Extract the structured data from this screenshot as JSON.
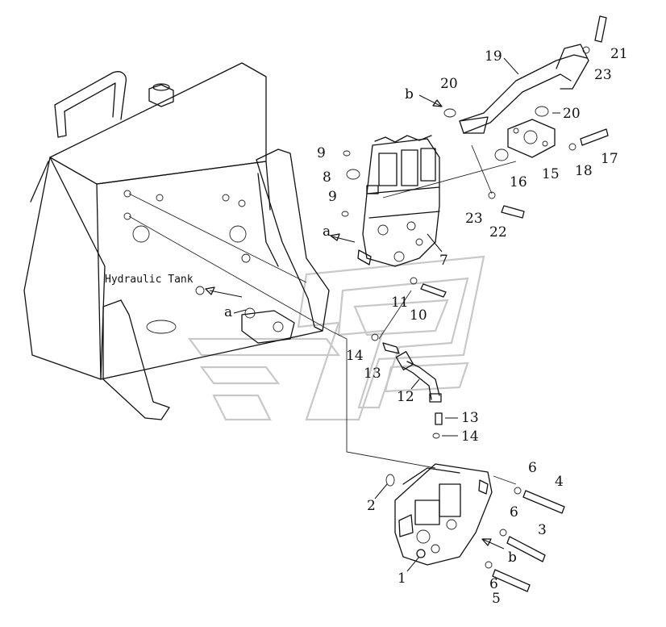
{
  "labels": {
    "tank": "Hydraulic Tank",
    "view_a_top": "a",
    "view_a_bottom": "a",
    "view_b_top": "b",
    "view_b_bottom": "b"
  },
  "parts": {
    "p1": "1",
    "p2": "2",
    "p3": "3",
    "p4": "4",
    "p5": "5",
    "p6a": "6",
    "p6b": "6",
    "p6c": "6",
    "p7": "7",
    "p8": "8",
    "p9a": "9",
    "p9b": "9",
    "p10": "10",
    "p11": "11",
    "p12": "12",
    "p13a": "13",
    "p13b": "13",
    "p14a": "14",
    "p14b": "14",
    "p15": "15",
    "p16": "16",
    "p17": "17",
    "p18": "18",
    "p19": "19",
    "p20a": "20",
    "p20b": "20",
    "p21": "21",
    "p22": "22",
    "p23a": "23",
    "p23b": "23"
  },
  "colors": {
    "ink": "#111111",
    "watermark": "#c8c8c8",
    "background": "#ffffff"
  }
}
